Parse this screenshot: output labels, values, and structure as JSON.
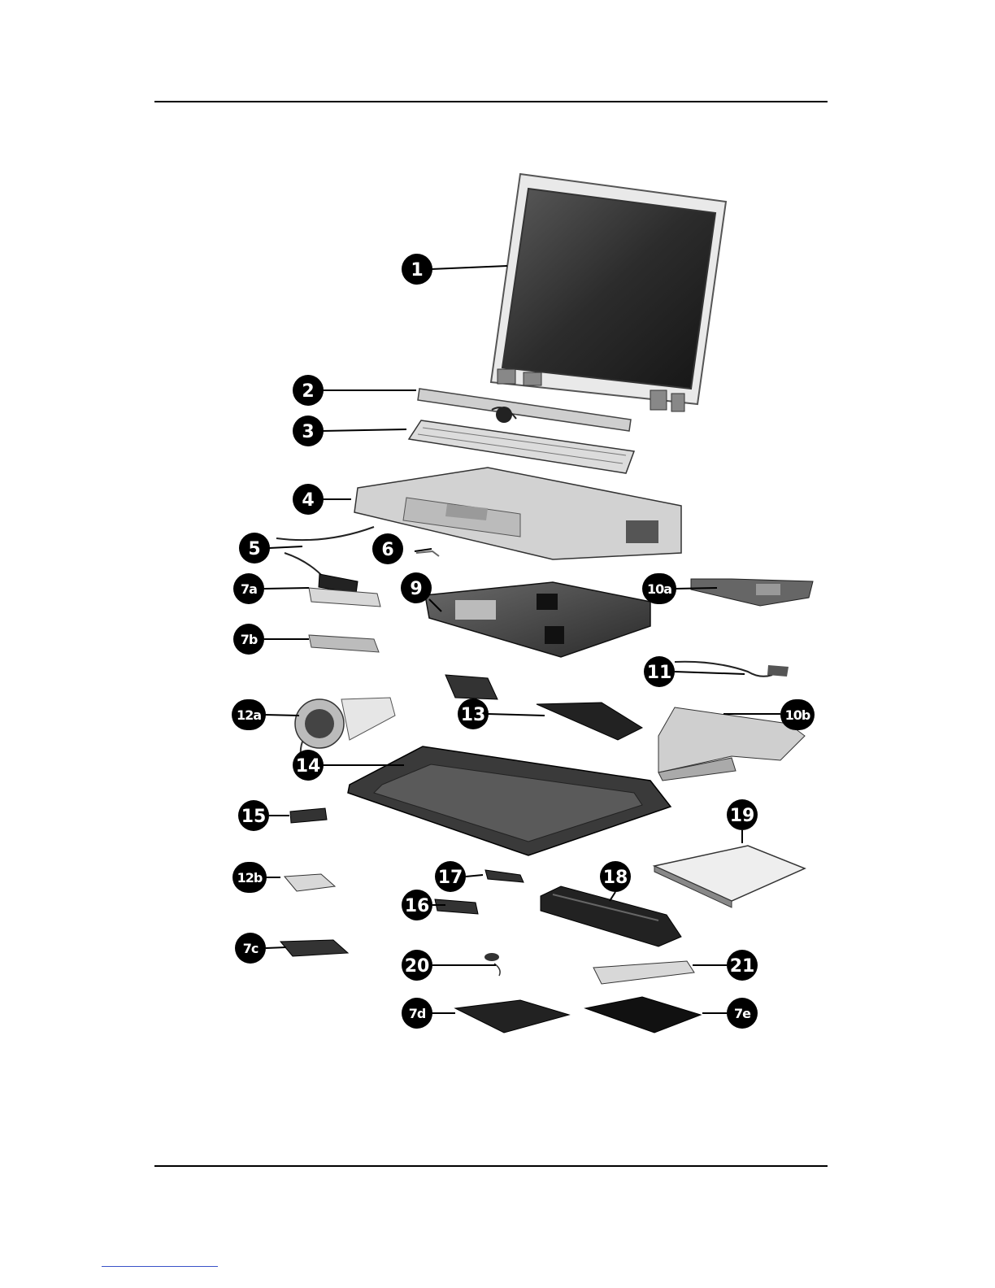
{
  "callouts": [
    {
      "id": "c1",
      "label": "1"
    },
    {
      "id": "c2",
      "label": "2"
    },
    {
      "id": "c3",
      "label": "3"
    },
    {
      "id": "c4",
      "label": "4"
    },
    {
      "id": "c5",
      "label": "5"
    },
    {
      "id": "c6",
      "label": "6"
    },
    {
      "id": "c7a",
      "label": "7a"
    },
    {
      "id": "c7b",
      "label": "7b"
    },
    {
      "id": "c9",
      "label": "9"
    },
    {
      "id": "c10a",
      "label": "10a"
    },
    {
      "id": "c11",
      "label": "11"
    },
    {
      "id": "c12a",
      "label": "12a"
    },
    {
      "id": "c13",
      "label": "13"
    },
    {
      "id": "c10b",
      "label": "10b"
    },
    {
      "id": "c14",
      "label": "14"
    },
    {
      "id": "c15",
      "label": "15"
    },
    {
      "id": "c19",
      "label": "19"
    },
    {
      "id": "c12b",
      "label": "12b"
    },
    {
      "id": "c17",
      "label": "17"
    },
    {
      "id": "c18",
      "label": "18"
    },
    {
      "id": "c16",
      "label": "16"
    },
    {
      "id": "c7c",
      "label": "7c"
    },
    {
      "id": "c20",
      "label": "20"
    },
    {
      "id": "c21",
      "label": "21"
    },
    {
      "id": "c7d",
      "label": "7d"
    },
    {
      "id": "c7e",
      "label": "7e"
    }
  ]
}
